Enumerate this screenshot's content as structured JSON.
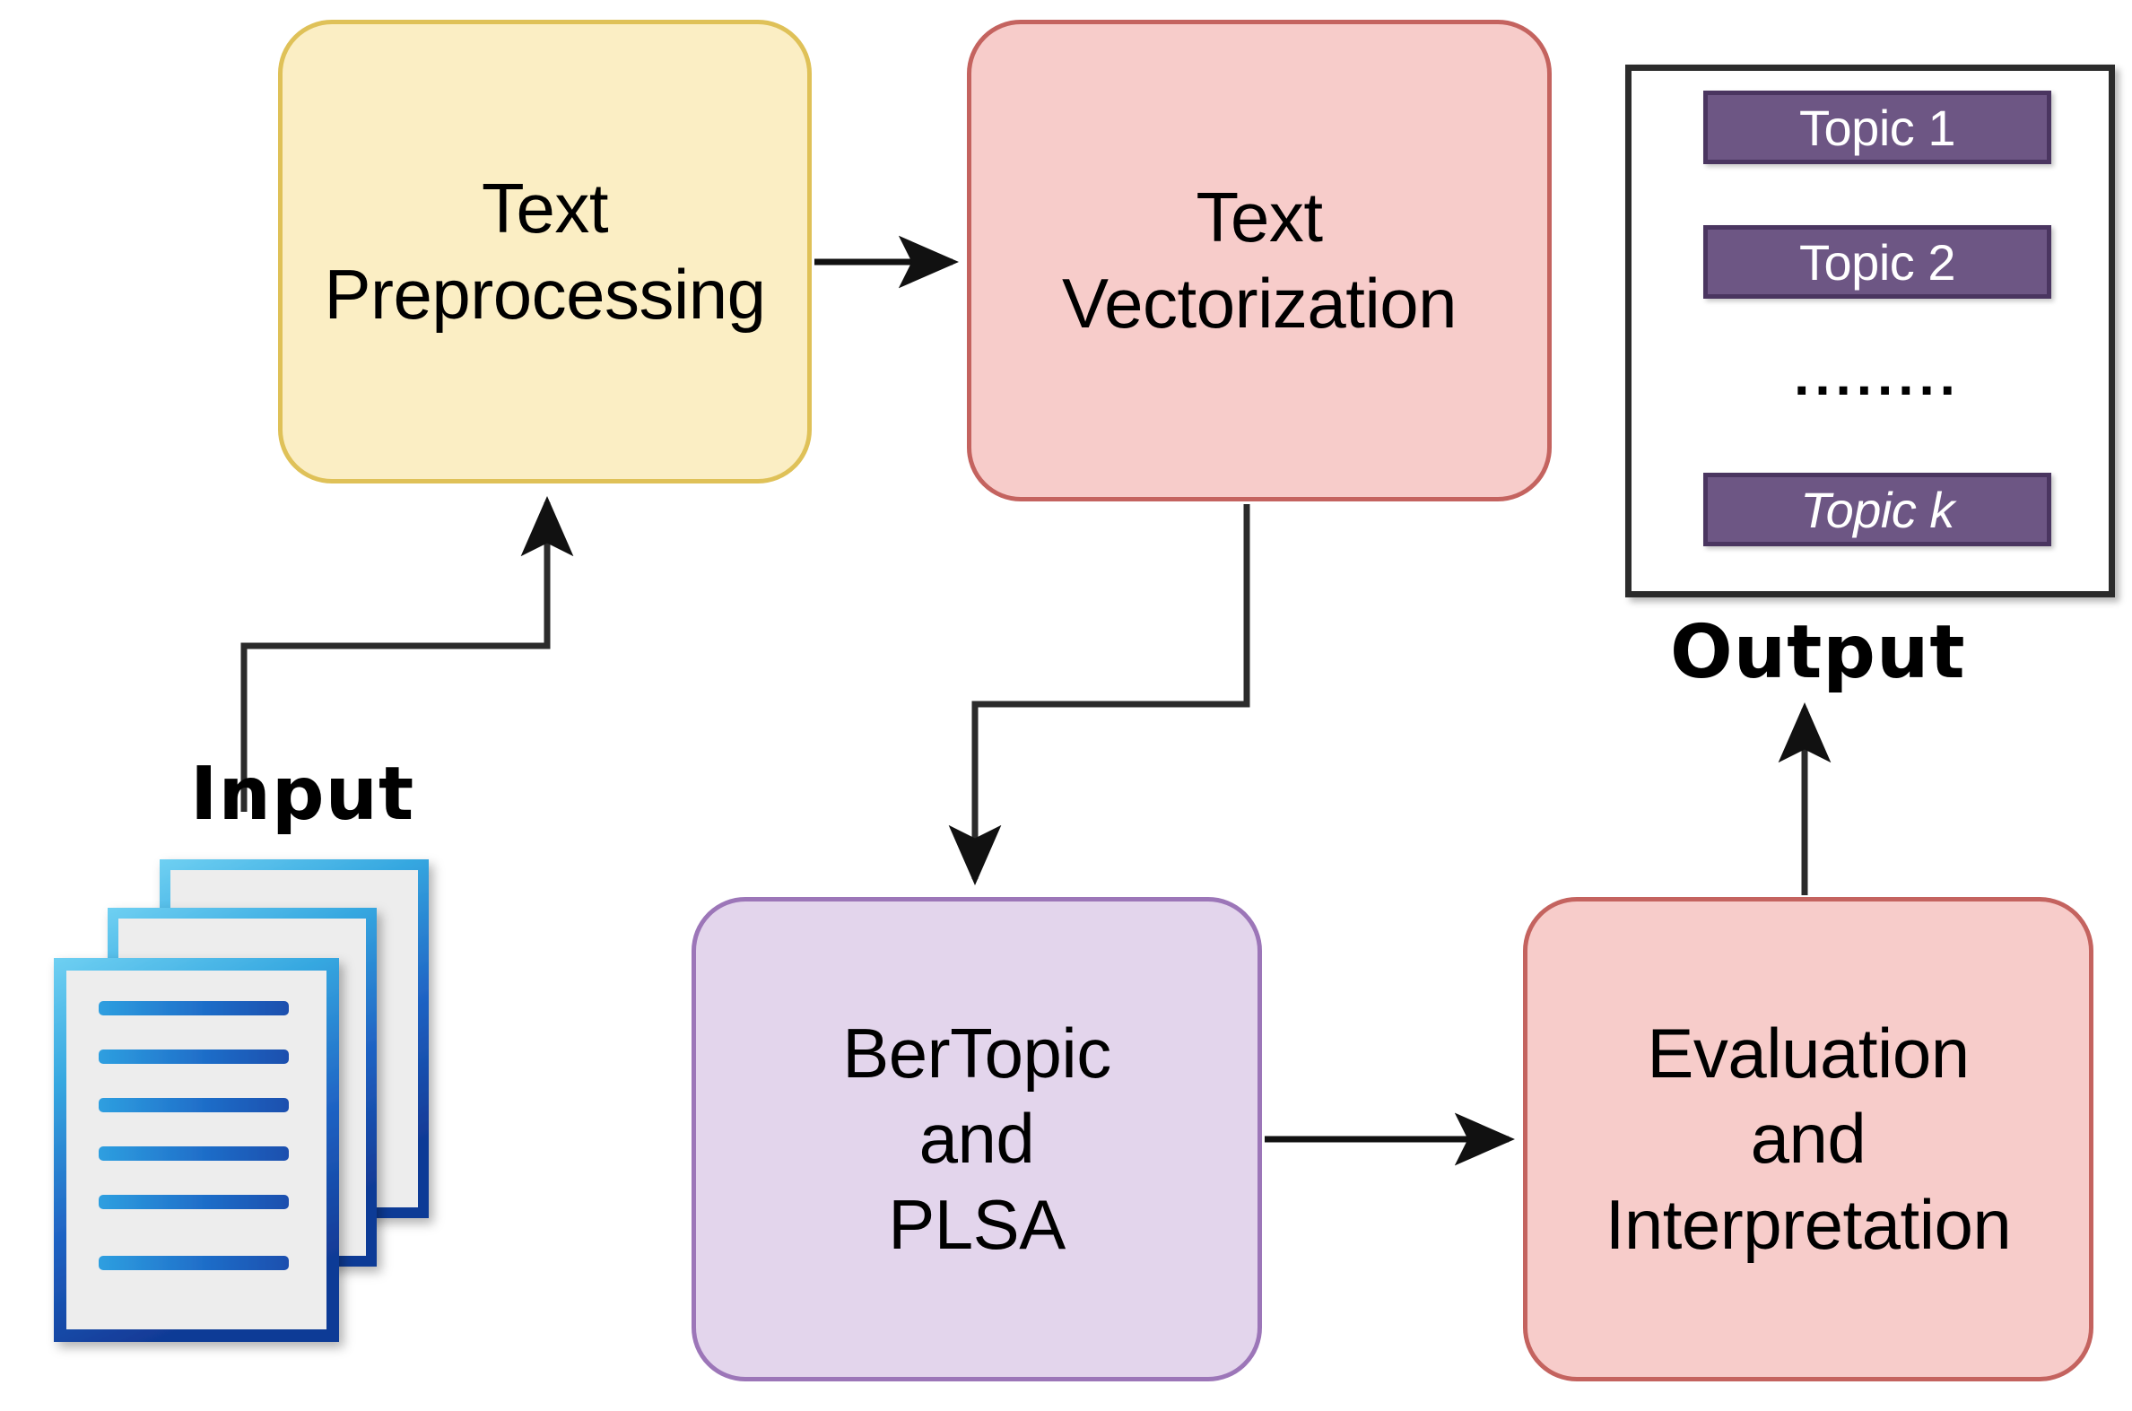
{
  "diagram": {
    "title": "Topic modeling pipeline flowchart",
    "nodes": {
      "preprocessing": {
        "line1": "Text",
        "line2": "Preprocessing"
      },
      "vectorization": {
        "line1": "Text",
        "line2": "Vectorization"
      },
      "models": {
        "line1": "BerTopic",
        "line2": "and",
        "line3": "PLSA"
      },
      "evaluation": {
        "line1": "Evaluation",
        "line2": "and",
        "line3": "Interpretation"
      }
    },
    "input": {
      "label": "Input",
      "icon": "documents-stack-icon",
      "document_count": 3,
      "text_lines_per_document": 6
    },
    "output": {
      "label": "Output",
      "topics": [
        "Topic 1",
        "Topic 2",
        "Topic k"
      ],
      "ellipsis": "........"
    },
    "edges": [
      {
        "from": "input",
        "to": "preprocessing",
        "style": "elbow",
        "arrow": "up"
      },
      {
        "from": "preprocessing",
        "to": "vectorization",
        "style": "straight",
        "arrow": "right"
      },
      {
        "from": "vectorization",
        "to": "models",
        "style": "elbow",
        "arrow": "down"
      },
      {
        "from": "models",
        "to": "evaluation",
        "style": "straight",
        "arrow": "right"
      },
      {
        "from": "evaluation",
        "to": "output",
        "style": "straight",
        "arrow": "up"
      }
    ],
    "colors": {
      "preprocessing_fill": "#fbeec4",
      "preprocessing_border": "#dfc158",
      "vectorization_fill": "#f7ccca",
      "vectorization_border": "#c4635f",
      "models_fill": "#e3d5ec",
      "models_border": "#9c76b8",
      "evaluation_fill": "#f7ccca",
      "evaluation_border": "#c4635f",
      "topic_chip_fill": "#6d5684",
      "topic_chip_border": "#4a3560",
      "output_panel_border": "#2b2b2b",
      "edge_stroke": "#1a1a1a",
      "document_icon_blue_light": "#5bc3e8",
      "document_icon_blue_dark": "#1d49a8",
      "document_icon_paper": "#ececec"
    }
  }
}
